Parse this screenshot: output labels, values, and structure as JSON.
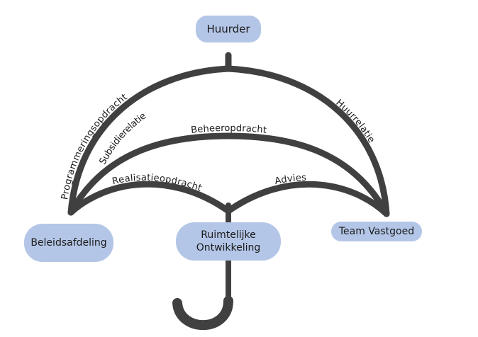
{
  "diagram": {
    "type": "umbrella-relationship-diagram",
    "colors": {
      "node_fill": "#b4c6e7",
      "line": "#404040",
      "text": "#1a1a1a"
    },
    "nodes": {
      "huurder": "Huurder",
      "beleidsafdeling": "Beleidsafdeling",
      "ruimtelijke_line1": "Ruimtelijke",
      "ruimtelijke_line2": "Ontwikkeling",
      "team_vastgoed": "Team Vastgoed"
    },
    "relations": {
      "programmering": "Programmeringsopdracht",
      "subsidie": "Subsidierelatie",
      "huur": "Huurrelatie",
      "beheer": "Beheeropdracht",
      "realisatie": "Realisatieopdracht",
      "advies": "Advies"
    },
    "edges": [
      {
        "from": "Huurder",
        "to": "Beleidsafdeling",
        "labels": [
          "Programmeringsopdracht",
          "Subsidierelatie"
        ]
      },
      {
        "from": "Huurder",
        "to": "Team Vastgoed",
        "labels": [
          "Huurrelatie"
        ]
      },
      {
        "from": "Beleidsafdeling",
        "to": "Team Vastgoed",
        "labels": [
          "Beheeropdracht"
        ]
      },
      {
        "from": "Beleidsafdeling",
        "to": "Ruimtelijke Ontwikkeling",
        "labels": [
          "Realisatieopdracht"
        ]
      },
      {
        "from": "Ruimtelijke Ontwikkeling",
        "to": "Team Vastgoed",
        "labels": [
          "Advies"
        ]
      }
    ]
  }
}
